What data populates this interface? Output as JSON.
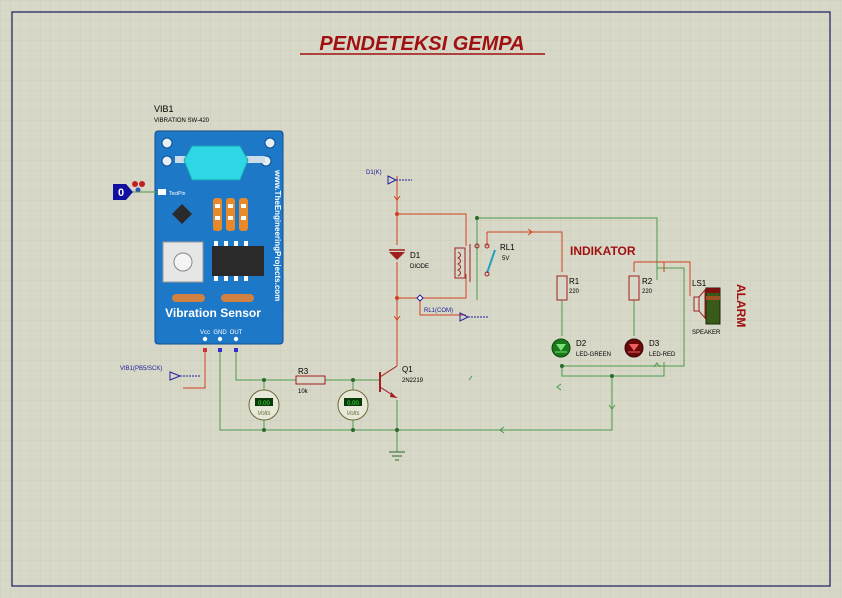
{
  "title": "PENDETEKSI GEMPA",
  "labels": {
    "indikator": "INDIKATOR",
    "alarm": "ALARM"
  },
  "sensor": {
    "ref": "VIB1",
    "value": "VIBRATION SW-420",
    "website": "www.TheEngineeringProjects.com",
    "name": "Vibration Sensor",
    "test_pin": "TestPin",
    "pins": [
      "Vcc",
      "GND",
      "OUT"
    ],
    "logic_input": "0",
    "net_label": "VIB1(PB5/SCK)"
  },
  "components": {
    "d1": {
      "ref": "D1",
      "value": "DIODE",
      "net_label": "D1(K)"
    },
    "rl1": {
      "ref": "RL1",
      "value": "5V",
      "net_label": "RL1(COM)"
    },
    "r1": {
      "ref": "R1",
      "value": "220"
    },
    "r2": {
      "ref": "R2",
      "value": "220"
    },
    "r3": {
      "ref": "R3",
      "value": "10k"
    },
    "q1": {
      "ref": "Q1",
      "value": "2N2219"
    },
    "d2": {
      "ref": "D2",
      "value": "LED-GREEN"
    },
    "d3": {
      "ref": "D3",
      "value": "LED-RED"
    },
    "ls1": {
      "ref": "LS1",
      "value": "SPEAKER"
    }
  },
  "voltmeters": [
    {
      "reading": "0.00",
      "unit": "Volts"
    },
    {
      "reading": "0.00",
      "unit": "Volts"
    }
  ],
  "colors": {
    "background": "#d8d8c8",
    "wire_green": "#4a9a4a",
    "wire_red": "#d04020",
    "title": "#a01010",
    "sensor_board": "#1e78c8",
    "component_body": "#a02020"
  }
}
